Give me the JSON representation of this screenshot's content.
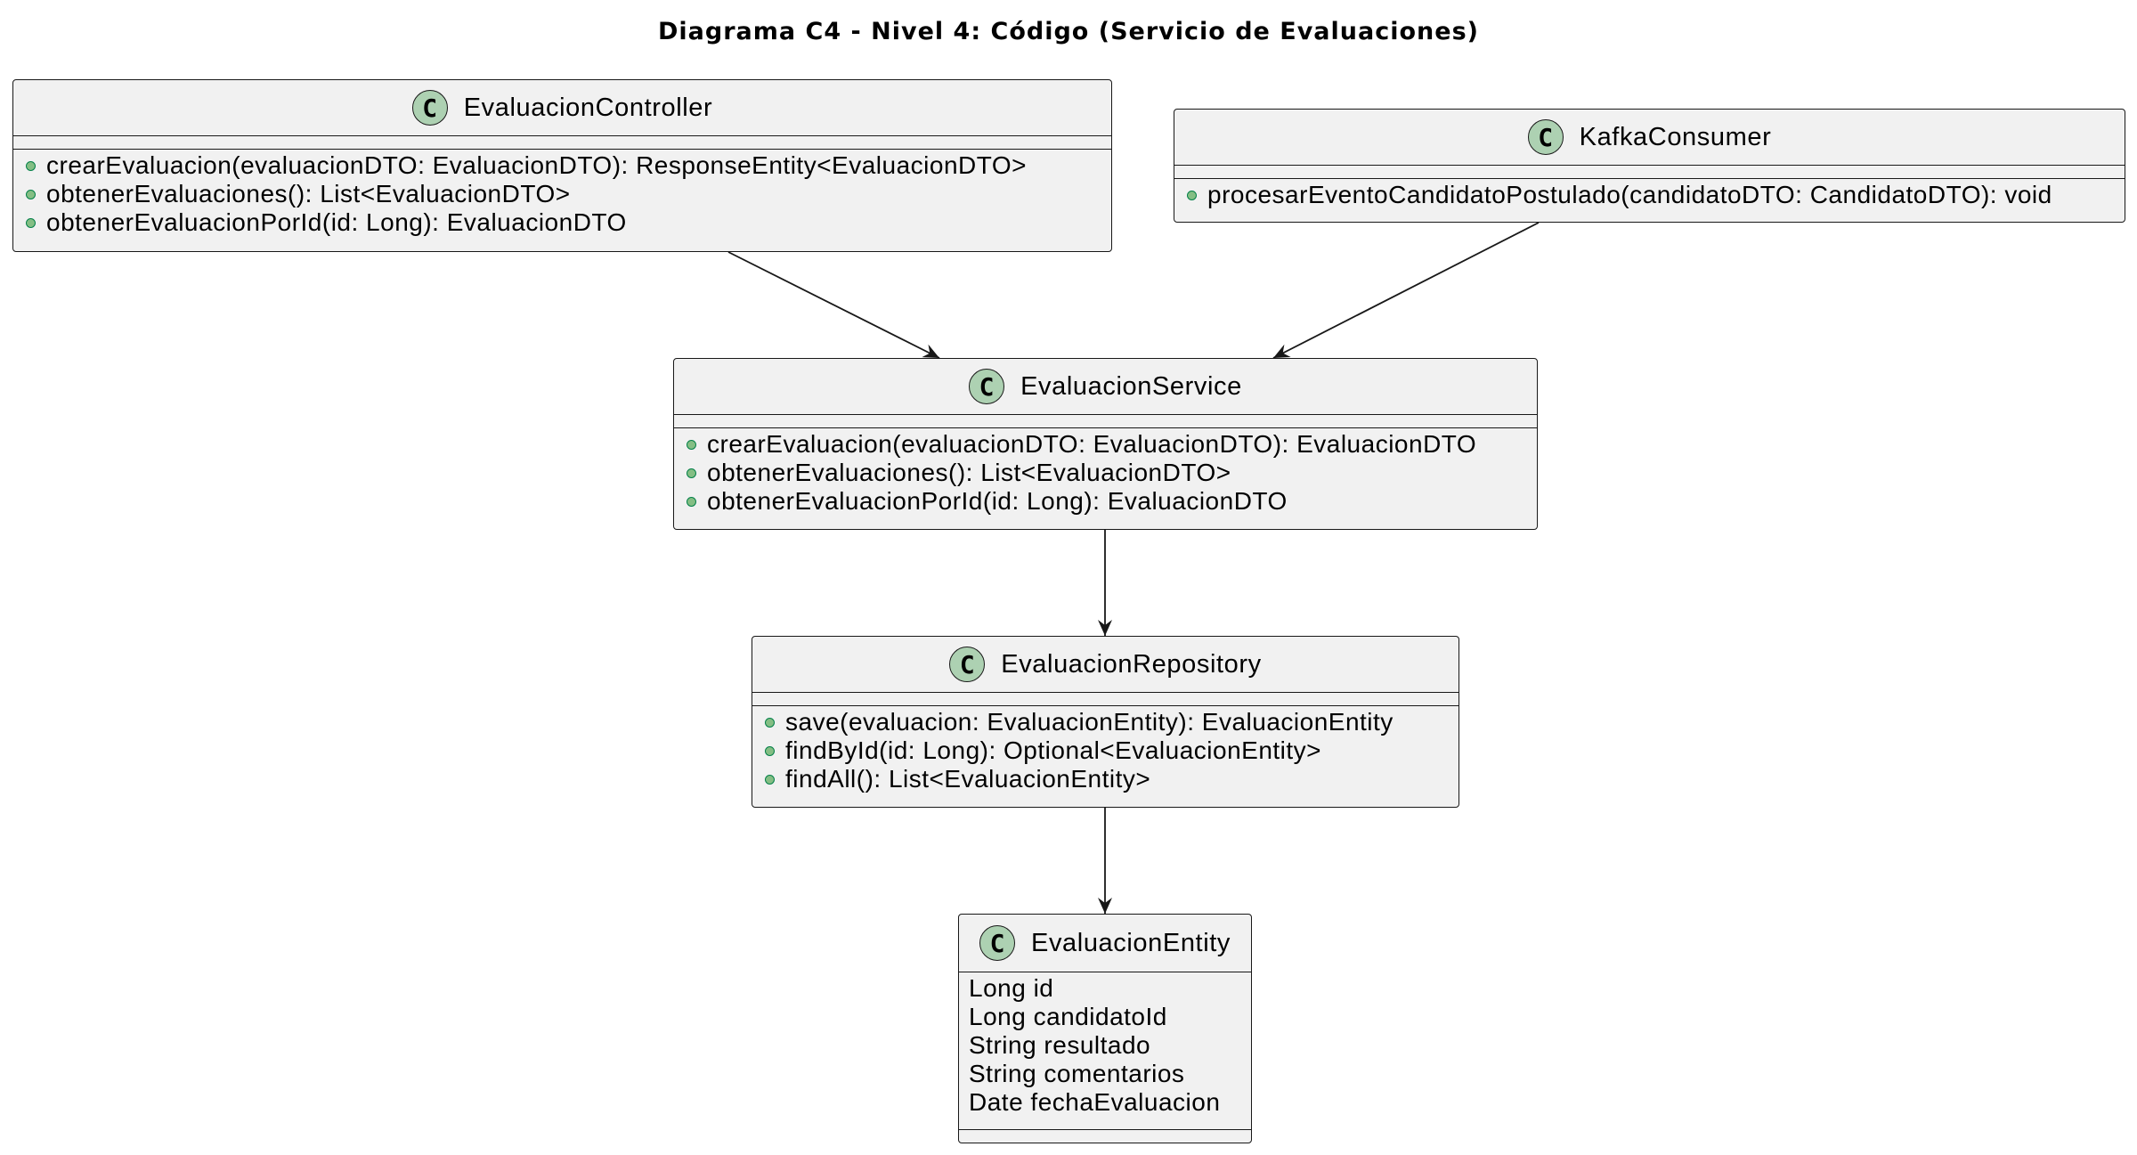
{
  "title": "Diagrama C4 - Nivel 4: Código (Servicio de Evaluaciones)",
  "class_badge": "C",
  "classes": {
    "controller": {
      "name": "EvaluacionController",
      "fields": [],
      "methods": [
        "crearEvaluacion(evaluacionDTO: EvaluacionDTO): ResponseEntity<EvaluacionDTO>",
        "obtenerEvaluaciones(): List<EvaluacionDTO>",
        "obtenerEvaluacionPorId(id: Long): EvaluacionDTO"
      ]
    },
    "consumer": {
      "name": "KafkaConsumer",
      "fields": [],
      "methods": [
        "procesarEventoCandidatoPostulado(candidatoDTO: CandidatoDTO): void"
      ]
    },
    "service": {
      "name": "EvaluacionService",
      "fields": [],
      "methods": [
        "crearEvaluacion(evaluacionDTO: EvaluacionDTO): EvaluacionDTO",
        "obtenerEvaluaciones(): List<EvaluacionDTO>",
        "obtenerEvaluacionPorId(id: Long): EvaluacionDTO"
      ]
    },
    "repository": {
      "name": "EvaluacionRepository",
      "fields": [],
      "methods": [
        "save(evaluacion: EvaluacionEntity): EvaluacionEntity",
        "findById(id: Long): Optional<EvaluacionEntity>",
        "findAll(): List<EvaluacionEntity>"
      ]
    },
    "entity": {
      "name": "EvaluacionEntity",
      "fields": [
        "Long id",
        "Long candidatoId",
        "String resultado",
        "String comentarios",
        "Date fechaEvaluacion"
      ],
      "methods": []
    }
  },
  "relations": [
    {
      "from": "EvaluacionController",
      "to": "EvaluacionService"
    },
    {
      "from": "KafkaConsumer",
      "to": "EvaluacionService"
    },
    {
      "from": "EvaluacionService",
      "to": "EvaluacionRepository"
    },
    {
      "from": "EvaluacionRepository",
      "to": "EvaluacionEntity"
    }
  ],
  "colors": {
    "class_fill": "#f1f1f1",
    "border": "#181818",
    "badge_fill": "#add1b2",
    "public_marker": "#84be84",
    "edge": "#181818"
  }
}
